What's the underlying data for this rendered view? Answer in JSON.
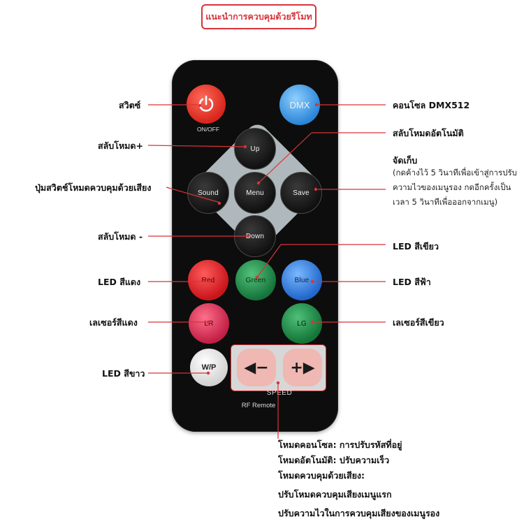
{
  "title": "แนะนำการควบคุมด้วยรีโมท",
  "remote": {
    "power_caption": "ON/OFF",
    "dmx_label": "DMX",
    "buttons": {
      "up": "Up",
      "sound": "Sound",
      "menu": "Menu",
      "save": "Save",
      "down": "Down",
      "red": "Red",
      "green": "Green",
      "blue": "Blue",
      "laser_red": "LR",
      "laser_green": "LG",
      "wp": "W/P",
      "speed_minus": "◀−",
      "speed_plus": "+▶"
    },
    "speed_caption": "SPEED",
    "model_caption": "RF Remote"
  },
  "labels": {
    "switch": "สวิตซ์",
    "mode_plus": "สลับโหมด+",
    "sound_mode": "ปุ่มสวิตช์โหมดควบคุมด้วยเสียง",
    "mode_minus": "สลับโหมด -",
    "led_red": "LED สีแดง",
    "laser_red": "เลเซอร์สีแดง",
    "led_white": "LED สีขาว",
    "dmx_console": "คอนโซล DMX512",
    "auto_mode": "สลับโหมดอัตโนมัติ",
    "save_title": "จัดเก็บ",
    "save_desc": "(กดค้างไว้ 5 วินาทีเพื่อเข้าสู่การปรับความไวของเมนูรอง กดอีกครั้งเป็นเวลา 5 วินาทีเพื่อออกจากเมนู)",
    "led_green": "LED สีเขียว",
    "led_blue": "LED สีฟ้า",
    "laser_green": "เลเซอร์สีเขียว"
  },
  "notes": [
    "โหมดคอนโซล: การปรับรหัสที่อยู่",
    "โหมดอัตโนมัติ: ปรับความเร็ว",
    "โหมดควบคุมด้วยเสียง:",
    "ปรับโหมดควบคุมเสียงเมนูแรก",
    "ปรับความไวในการควบคุมเสียงของเมนูรอง"
  ],
  "colors": {
    "accent": "#d9333a",
    "remote_body": "#0d0d0d"
  }
}
